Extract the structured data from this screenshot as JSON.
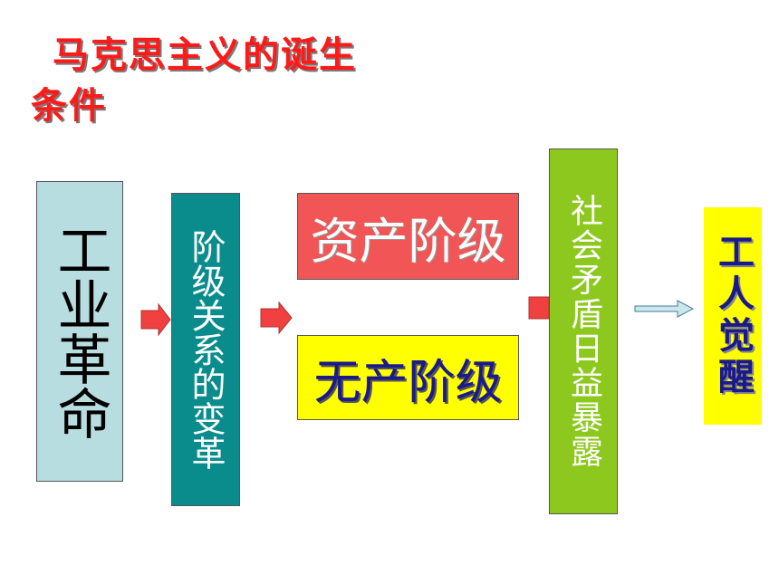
{
  "title": {
    "line1": "马克思主义的诞生",
    "line2": "条件"
  },
  "nodes": {
    "industrial_revolution": "工业革命",
    "class_change": "阶级关系的变革",
    "bourgeoisie": "资产阶级",
    "proletariat": "无产阶级",
    "contradiction": "社会矛盾日益暴露",
    "worker_awakening": "工人觉醒"
  },
  "colors": {
    "title_red": "#ff1a1a",
    "industrial_box": "#b8dde0",
    "class_box": "#0a8c8c",
    "bourgeoisie_box": "#f25555",
    "proletariat_box": "#ffff00",
    "contradiction_box": "#8cc81e",
    "awakening_box": "#ffff00",
    "arrow_red": "#f04040",
    "arrow_light": "#c8e8ec"
  }
}
